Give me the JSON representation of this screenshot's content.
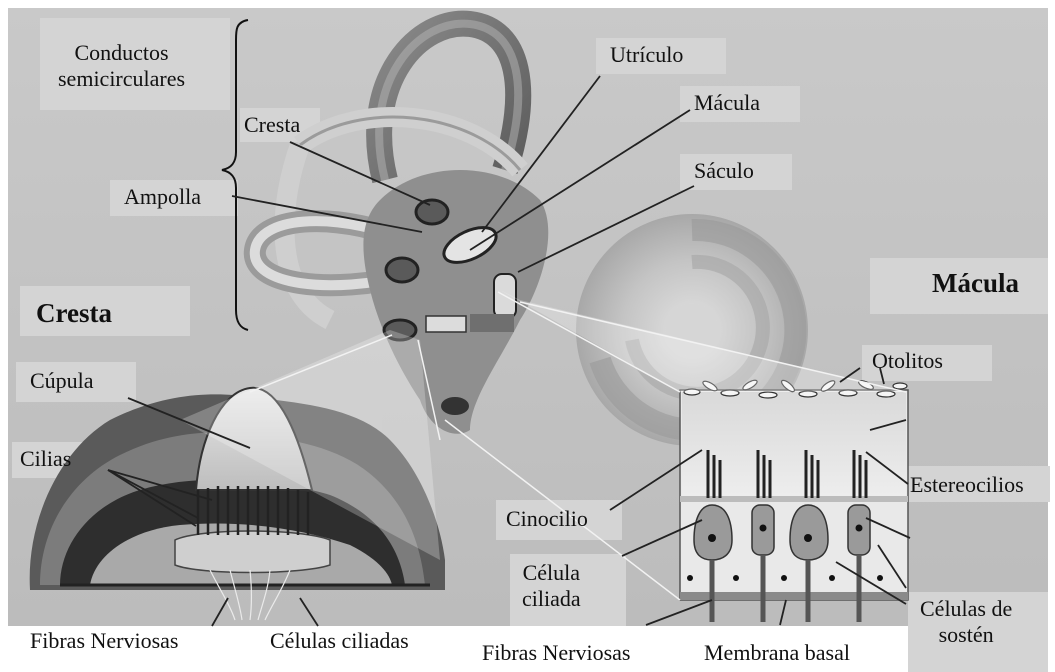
{
  "labels": {
    "conductos_semicirculares": [
      "Conductos",
      "semicirculares"
    ],
    "cresta": "Cresta",
    "ampolla": "Ampolla",
    "utriculo": "Utrículo",
    "macula": "Mácula",
    "saculo": "Sáculo",
    "cresta_heading": "Cresta",
    "macula_heading": "Mácula",
    "cupula": "Cúpula",
    "cilias": "Cilias",
    "fibras_nerviosas_left": "Fibras Nerviosas",
    "celulas_ciliadas": "Células ciliadas",
    "otolitos": "Otolitos",
    "estereocilios": "Estereocilios",
    "cinocilio": "Cinocilio",
    "celula_ciliada": [
      "Célula",
      "ciliada"
    ],
    "celulas_de_sosten": [
      "Células de",
      "sostén"
    ],
    "fibras_nerviosas_right": "Fibras Nerviosas",
    "membrana_basal": "Membrana basal"
  },
  "colors": {
    "background": "#ffffff",
    "figure_gray": "#bdbdbd",
    "dark_band": "#3a3a3a",
    "leader_line": "#222222",
    "text": "#111111"
  }
}
